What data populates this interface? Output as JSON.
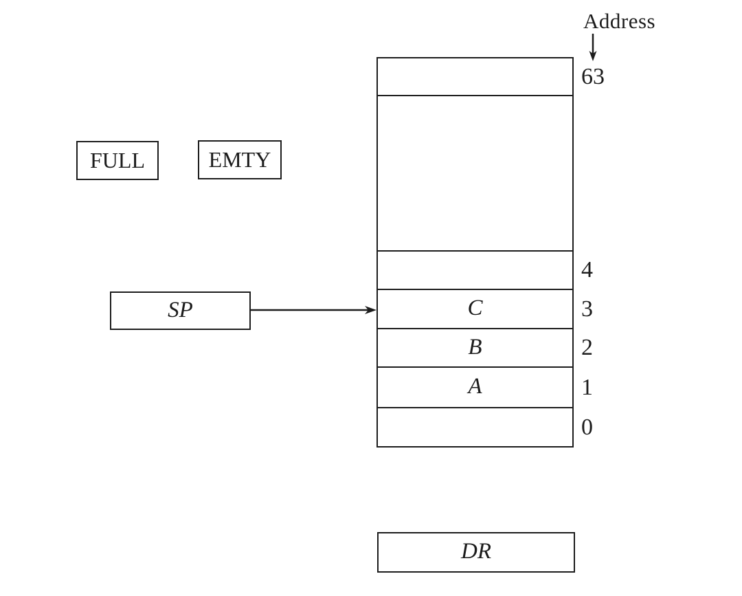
{
  "diagram": {
    "type": "register-stack-organization",
    "address_label": "Address",
    "flags": {
      "full": "FULL",
      "emty": "EMTY"
    },
    "registers": {
      "sp": "SP",
      "dr": "DR"
    },
    "stack": {
      "rows": [
        {
          "address": "63",
          "content": ""
        },
        {
          "address": "",
          "content": ""
        },
        {
          "address": "4",
          "content": ""
        },
        {
          "address": "3",
          "content": "C"
        },
        {
          "address": "2",
          "content": "B"
        },
        {
          "address": "1",
          "content": "A"
        },
        {
          "address": "0",
          "content": ""
        }
      ],
      "sp_points_to_address": "3"
    },
    "colors": {
      "ink": "#1c1c1c",
      "background": "#ffffff"
    }
  }
}
